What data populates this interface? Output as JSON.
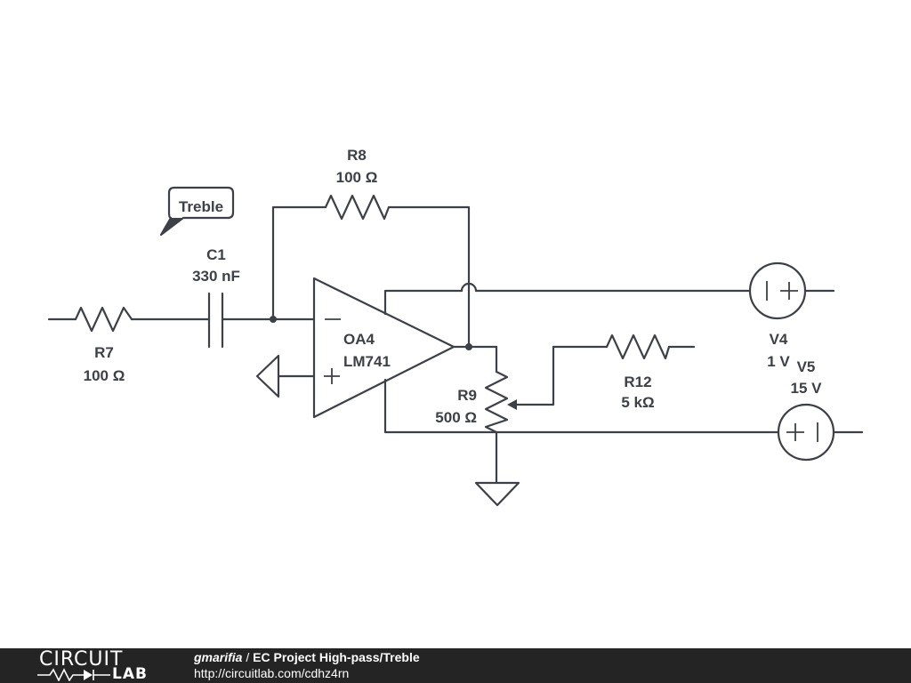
{
  "callout": {
    "text": "Treble"
  },
  "components": {
    "r8": {
      "name": "R8",
      "value": "100 Ω"
    },
    "c1": {
      "name": "C1",
      "value": "330 nF"
    },
    "r7": {
      "name": "R7",
      "value": "100 Ω"
    },
    "oa4": {
      "name": "OA4",
      "value": "LM741"
    },
    "r9": {
      "name": "R9",
      "value": "500 Ω"
    },
    "r12": {
      "name": "R12",
      "value": "5 kΩ"
    },
    "v4": {
      "name": "V4",
      "value": "1 V"
    },
    "v5": {
      "name": "V5",
      "value": "15 V"
    }
  },
  "footer": {
    "logo_top": "CIRCUIT",
    "logo_bottom": "LAB",
    "author": "gmarifia",
    "separator": " / ",
    "project": "EC Project High-pass/Treble",
    "url": "http://circuitlab.com/cdhz4rn"
  }
}
